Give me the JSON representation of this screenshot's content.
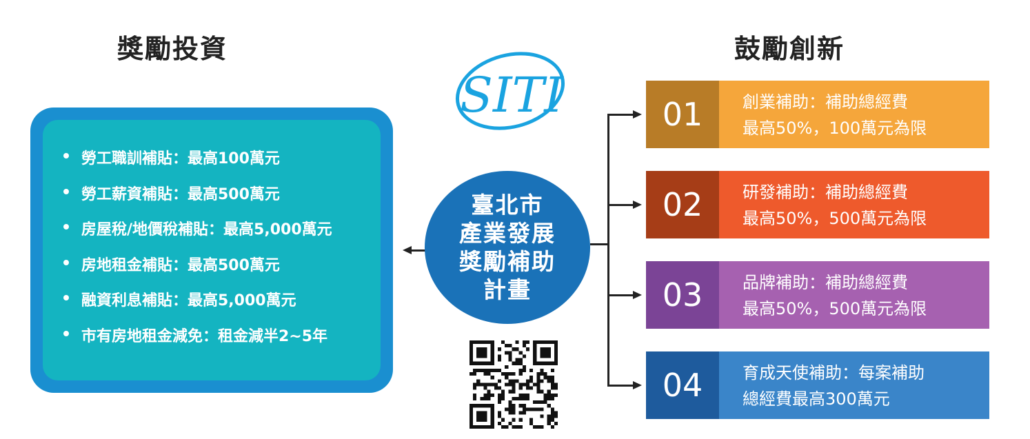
{
  "left_title": "獎勵投資",
  "right_title": "鼓勵創新",
  "logo_text": "SITI",
  "center": {
    "lines": [
      "臺北市",
      "產業發展",
      "獎勵補助",
      "計畫"
    ]
  },
  "investment_items": [
    "勞工職訓補貼：最高100萬元",
    "勞工薪資補貼：最高500萬元",
    "房屋稅/地價稅補貼：最高5,000萬元",
    "房地租金補貼：最高500萬元",
    "融資利息補貼：最高5,000萬元",
    "市有房地租金減免：租金減半2~5年"
  ],
  "innovation_cards": [
    {
      "num": "01",
      "line1": "創業補助：補助總經費",
      "line2": "最高50%，100萬元為限",
      "num_color": "#b87c27",
      "body_color": "#f5a63b"
    },
    {
      "num": "02",
      "line1": "研發補助：補助總經費",
      "line2": "最高50%，500萬元為限",
      "num_color": "#a63d17",
      "body_color": "#ee5a2c"
    },
    {
      "num": "03",
      "line1": "品牌補助：補助總經費",
      "line2": "最高50%，500萬元為限",
      "num_color": "#7b4496",
      "body_color": "#a661b0"
    },
    {
      "num": "04",
      "line1": "育成天使補助：每案補助",
      "line2": "總經費最高300萬元",
      "num_color": "#1e5b9d",
      "body_color": "#3a85c9"
    }
  ]
}
